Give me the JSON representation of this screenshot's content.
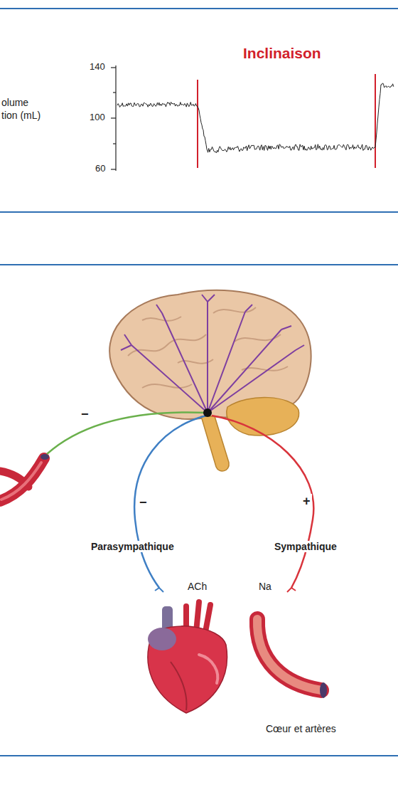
{
  "diagram": {
    "labels": [
      "olume",
      "tion (mL)",
      "140",
      "100",
      "60",
      "Inclinaison",
      "−",
      "−",
      "+",
      "Parasympathique",
      "Sympathique",
      "ACh",
      "Na",
      "Cœur et artères"
    ]
  }
}
